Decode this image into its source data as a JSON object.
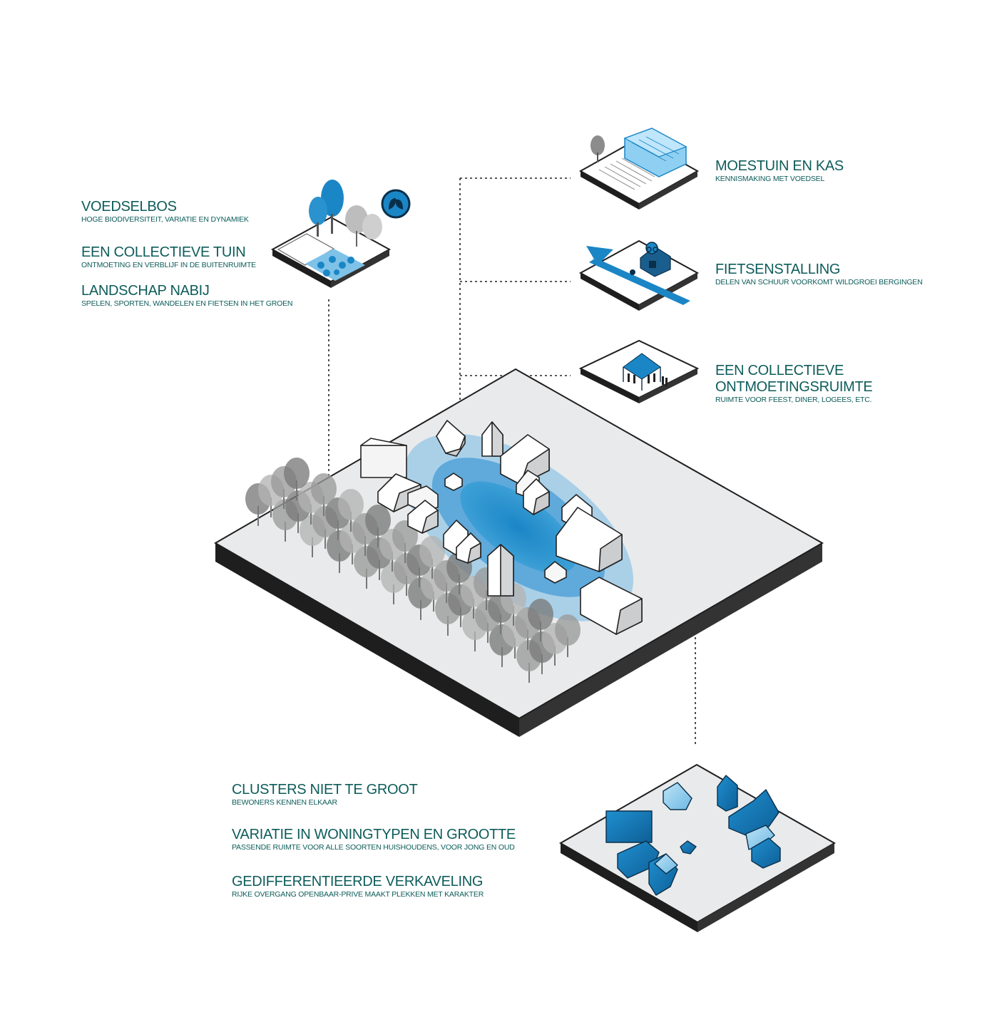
{
  "colors": {
    "accent_blue": "#1a86c6",
    "light_blue": "#7fc2e8",
    "pale_blue": "#9fcbe8",
    "label_green": "#0d5c5a",
    "platform_top": "#e9eaeb",
    "platform_side": "#1e1e1e",
    "tree_gray": "#8c8c8c"
  },
  "icons": {
    "leaf_badge": "leaf-icon",
    "bicycle": "bicycle-icon",
    "arrow": "arrow-icon",
    "greenhouse": "greenhouse-icon",
    "pavilion": "pavilion-icon"
  },
  "left_labels": [
    {
      "title": "VOEDSELBOS",
      "subtitle": "HOGE BIODIVERSITEIT, VARIATIE EN DYNAMIEK"
    },
    {
      "title": "EEN COLLECTIEVE TUIN",
      "subtitle": "ONTMOETING EN VERBLIJF IN DE BUITENRUIMTE"
    },
    {
      "title": "LANDSCHAP NABIJ",
      "subtitle": "SPELEN, SPORTEN, WANDELEN EN FIETSEN IN HET GROEN"
    }
  ],
  "right_labels": [
    {
      "title": "MOESTUIN EN KAS",
      "subtitle": "KENNISMAKING MET VOEDSEL"
    },
    {
      "title": "FIETSENSTALLING",
      "subtitle": "DELEN VAN SCHUUR VOORKOMT WILDGROEI BERGINGEN"
    },
    {
      "title_line1": "EEN COLLECTIEVE",
      "title_line2": "ONTMOETINGSRUIMTE",
      "subtitle": "RUIMTE VOOR FEEST, DINER, LOGEES, ETC."
    }
  ],
  "bottom_labels": [
    {
      "title": "CLUSTERS NIET TE GROOT",
      "subtitle": "BEWONERS KENNEN ELKAAR"
    },
    {
      "title": "VARIATIE IN WONINGTYPEN EN GROOTTE",
      "subtitle": "PASSENDE RUIMTE VOOR ALLE SOORTEN HUISHOUDENS, VOOR JONG EN OUD"
    },
    {
      "title": "GEDIFFERENTIEERDE VERKAVELING",
      "subtitle": "RIJKE OVERGANG OPENBAAR-PRIVE MAAKT PLEKKEN MET KARAKTER"
    }
  ]
}
